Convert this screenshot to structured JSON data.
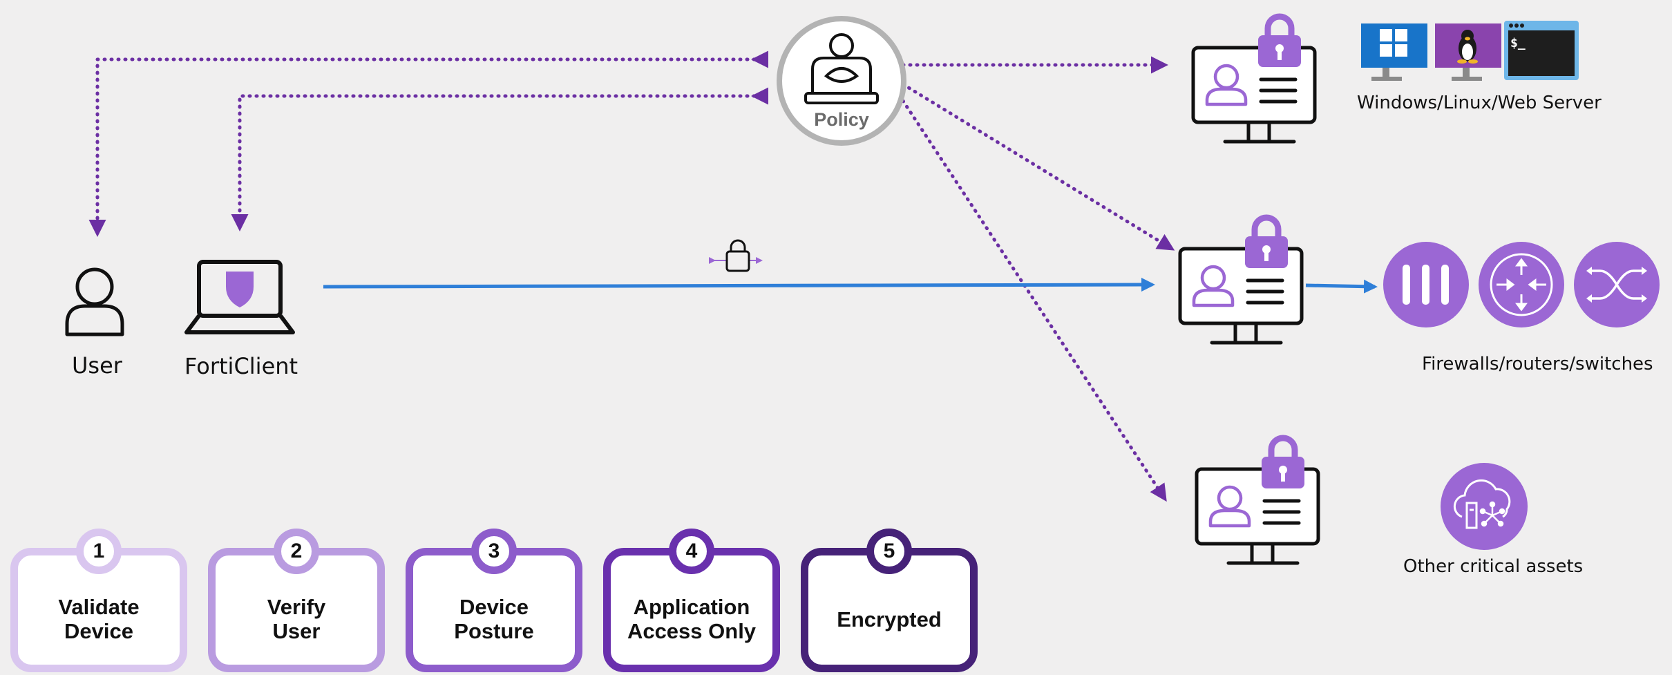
{
  "labels": {
    "user": "User",
    "forticlient": "FortiClient",
    "policy": "Policy",
    "servers": "Windows/Linux/Web Server",
    "network": "Firewalls/routers/switches",
    "assets": "Other critical assets",
    "terminal_prompt": "$_"
  },
  "steps": [
    {
      "number": "1",
      "label": "Validate\nDevice"
    },
    {
      "number": "2",
      "label": "Verify\nUser"
    },
    {
      "number": "3",
      "label": "Device\nPosture"
    },
    {
      "number": "4",
      "label": "Application\nAccess Only"
    },
    {
      "number": "5",
      "label": "Encrypted"
    }
  ],
  "colors": {
    "purple": "#9b67d4",
    "dark_purple": "#6b2fa3",
    "blue_line": "#2f7fd8",
    "background": "#f0efef",
    "step_1": "#d9c6ef",
    "step_2": "#b99be0",
    "step_3": "#8d5ccb",
    "step_4": "#6930ad",
    "step_5": "#462278"
  },
  "icons": [
    "user-icon",
    "laptop-shield-icon",
    "policy-icon",
    "monitor-lock-icon",
    "windows-icon",
    "linux-icon",
    "terminal-icon",
    "firewall-icon",
    "router-icon",
    "switch-icon",
    "cloud-icon",
    "padlock-icon"
  ]
}
